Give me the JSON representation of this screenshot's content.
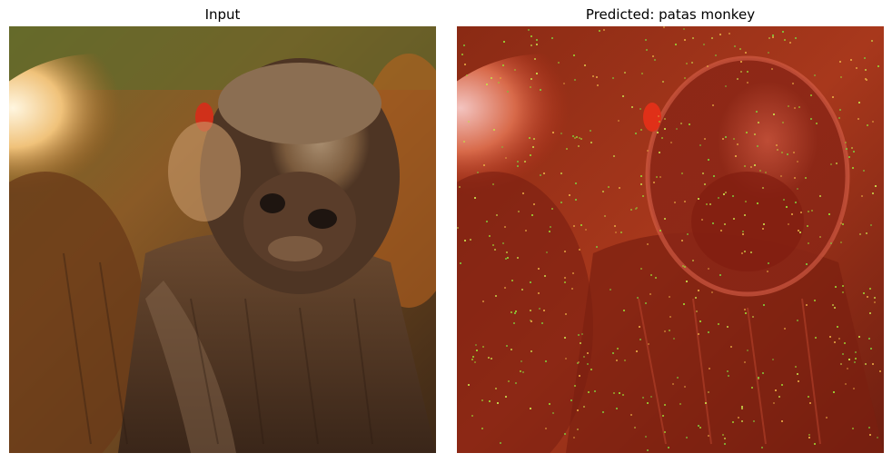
{
  "figure": {
    "panels": [
      {
        "title": "Input",
        "image": "monkey-photo"
      },
      {
        "title": "Predicted: patas monkey",
        "image": "saliency-overlay-heatmap"
      }
    ]
  },
  "colors": {
    "background": "#ffffff",
    "title_text": "#000000",
    "fur_light": "#f3d7a6",
    "fur_dark": "#5b3a22",
    "background_green": "#6e6a2a",
    "overlay_red": "#b5301a",
    "overlay_green_speckle": "#9acd32"
  }
}
